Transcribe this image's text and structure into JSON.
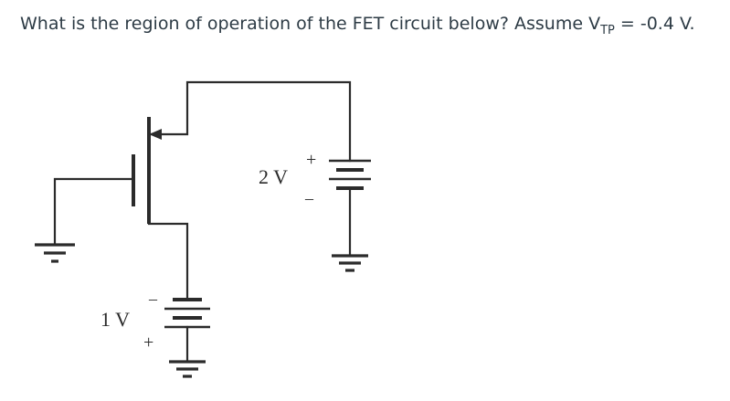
{
  "question": {
    "text_before": "What is the region of operation of the FET circuit below? Assume V",
    "subscript": "TP",
    "text_after": " = -0.4 V."
  },
  "circuit": {
    "source_battery": {
      "voltage_label": "2 V",
      "plus": "+",
      "minus": "–"
    },
    "drain_battery": {
      "voltage_label": "1 V",
      "plus": "+",
      "minus": "–"
    }
  }
}
